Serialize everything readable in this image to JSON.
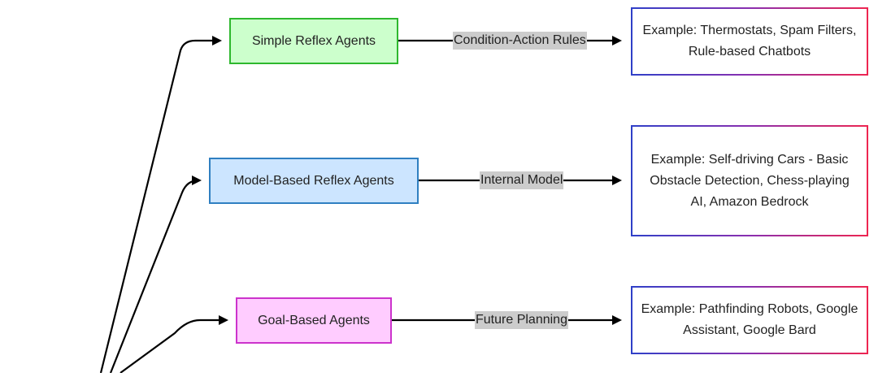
{
  "agents": [
    {
      "label": "Simple Reflex Agents",
      "fill": "#ccffcc",
      "border": "#2eb82e"
    },
    {
      "label": "Model-Based Reflex Agents",
      "fill": "#cce5ff",
      "border": "#2f7fc1"
    },
    {
      "label": "Goal-Based Agents",
      "fill": "#ffccff",
      "border": "#cc33cc"
    }
  ],
  "edge_labels": [
    "Condition-Action Rules",
    "Internal Model",
    "Future Planning"
  ],
  "examples": [
    "Example: Thermostats, Spam Filters, Rule-based Chatbots",
    "Example: Self-driving Cars - Basic Obstacle Detection, Chess-playing AI, Amazon Bedrock",
    "Example: Pathfinding Robots, Google Assistant, Google Bard"
  ],
  "colors": {
    "edge": "#000000",
    "edge_label_bg": "#cccccc",
    "example_border_start": "#2f40c8",
    "example_border_end": "#ee2550"
  }
}
